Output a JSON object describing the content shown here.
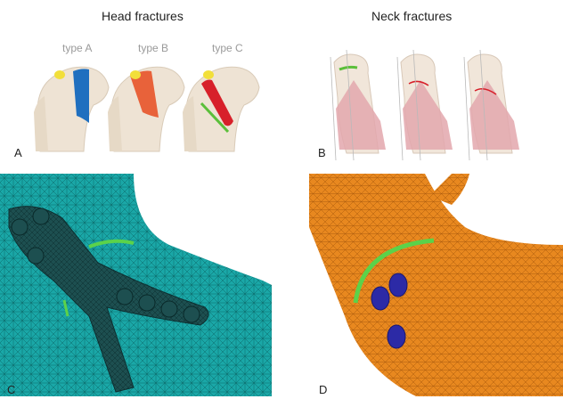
{
  "titles": {
    "head": "Head fractures",
    "neck": "Neck fractures"
  },
  "panel_a": {
    "letter": "A",
    "types": [
      {
        "label": "type A",
        "fracture_color": "#1f6fbf"
      },
      {
        "label": "type B",
        "fracture_color": "#e8623a"
      },
      {
        "label": "type C",
        "fracture_color": "#d7202a"
      }
    ],
    "highlight_color": "#f2df3a",
    "line_color": "#5bbf3a"
  },
  "panel_b": {
    "letter": "B",
    "muscle_color": "#e3a7ad",
    "line_color": "#5bbf3a"
  },
  "panel_c": {
    "letter": "C",
    "mesh_color": "#1aa7a7",
    "plate_color": "#1d4f50",
    "line_color": "#5bd24a"
  },
  "panel_d": {
    "letter": "D",
    "mesh_color": "#e8881f",
    "screw_color": "#2c2aa6",
    "line_color": "#5bd24a"
  }
}
